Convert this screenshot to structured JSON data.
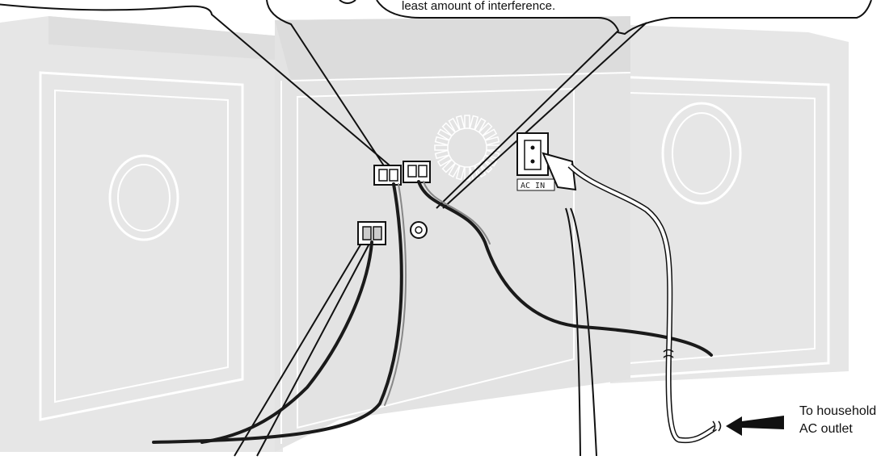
{
  "diagram": {
    "callout_text": "least amount of interference.",
    "outlet_label": {
      "line1": "To household",
      "line2": "AC outlet"
    },
    "ac_in_label": "AC IN",
    "colors": {
      "unit": "#e6e6e6",
      "unit_shade": "#d9d9d9",
      "outline": "#ffffff",
      "cable": "#1a1a1a",
      "cable_gray": "#888888"
    }
  }
}
